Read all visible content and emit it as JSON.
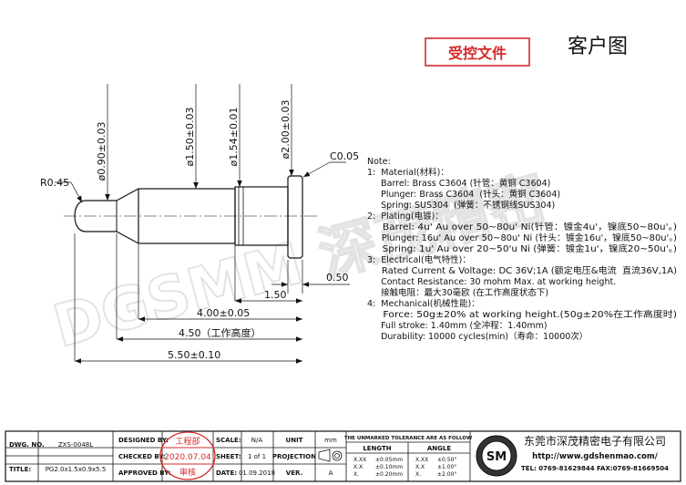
{
  "header": {
    "controlled_stamp": "受控文件",
    "customer_drawing": "客户图"
  },
  "watermark": {
    "text": "DGSMM 深茂精密"
  },
  "dimensions": {
    "radius": "R0.45",
    "dia_tip": "ø0.90±0.03",
    "dia_plunger_body": "ø1.50±0.03",
    "dia_barrel": "ø1.54±0.01",
    "dia_flange": "ø2.00±0.03",
    "chamfer": "C0.05",
    "flange_thickness": "0.50",
    "len_1_50": "1.50",
    "len_4_00": "4.00±0.05",
    "len_4_50": "4.50（工作高度）",
    "len_5_50": "5.50±0.10"
  },
  "notes": {
    "title": "Note:",
    "lines": [
      "1:  Material(材料)：",
      "     Barrel: Brass C3604 (针管：黄铜 C3604)",
      "     Plunger: Brass C3604  (针头：黄铜 C3604)",
      "     Spring: SUS304  (弹簧：不锈钢线SUS304)",
      "2:  Plating(电镀)：",
      "     Barrel: 4u' Au over 50~80u' Ni(针管：镀金4u'，镍底50~80u'。)",
      "     Plunger: 16u' Au over 50~80u' Ni (针头：镀金16u'，镍底50~80u'。)",
      "     Spring: 1u' Au over 20~50'u Ni (弹簧：镀金1u'，镍底20~50u'。)",
      "3:  Electrical(电气特性)：",
      "     Rated Current & Voltage: DC 36V;1A (额定电压&电流  直流36V,1A)",
      "     Contact Resistance: 30 mohm Max. at working height.",
      "     接触电阻：最大30毫欧 (在工作高度状态下)",
      "4:  Mechanical(机械性能)：",
      "     Force: 50g±20% at working height.(50g±20%在工作高度时)",
      "     Full stroke: 1.40mm (全冲程：1.40mm)",
      "     Durability: 10000 cycles(min)（寿命：10000次）"
    ]
  },
  "title_block": {
    "dwg_no_label": "DWG. NO.",
    "dwg_no": "ZXS-0048L",
    "title_label": "TITLE:",
    "title": "PG2.0x1.5x0.9x5.5",
    "designed_by_label": "DESIGNED BY:",
    "checked_by_label": "CHECKED BY:",
    "approved_by_label": "APPROVED BY:",
    "designed_by": "",
    "checked_by": "",
    "approved_by": "",
    "stamp_top": "工程部",
    "stamp_date": "2020.07.04",
    "stamp_bottom": "审核",
    "scale_label": "SCALE:",
    "scale": "N/A",
    "sheet_label": "SHEET:",
    "sheet": "1 of 1",
    "date_label": "DATE:",
    "date": "01.09.2018",
    "unit_label": "UNIT",
    "unit": "mm",
    "projection_label": "PROJECTION",
    "ver_label": "VER.",
    "ver": "A",
    "tolerance_title": "THE UNMARKED TOLERANCE ARE AS FOLLOW",
    "length_label": "LENGTH",
    "angle_label": "ANGLE",
    "length_tol": [
      {
        "key": "X.XX",
        "val": "±0.05mm"
      },
      {
        "key": "X.X",
        "val": "±0.10mm"
      },
      {
        "key": "X.",
        "val": "±0.20mm"
      }
    ],
    "angle_tol": [
      {
        "key": "X.XX",
        "val": "±0.50°"
      },
      {
        "key": "X.X",
        "val": "±1.00°"
      },
      {
        "key": "X.",
        "val": "±2.00°"
      }
    ],
    "logo_text": "SM",
    "company_name": "东莞市深茂精密电子有限公司",
    "company_website": "http://www.gdshenmao.com/",
    "company_contact": "TEL: 0769-81629844 FAX:0769-81669504"
  },
  "colors": {
    "stamp_red": "#d42a2a",
    "line": "#111111"
  }
}
